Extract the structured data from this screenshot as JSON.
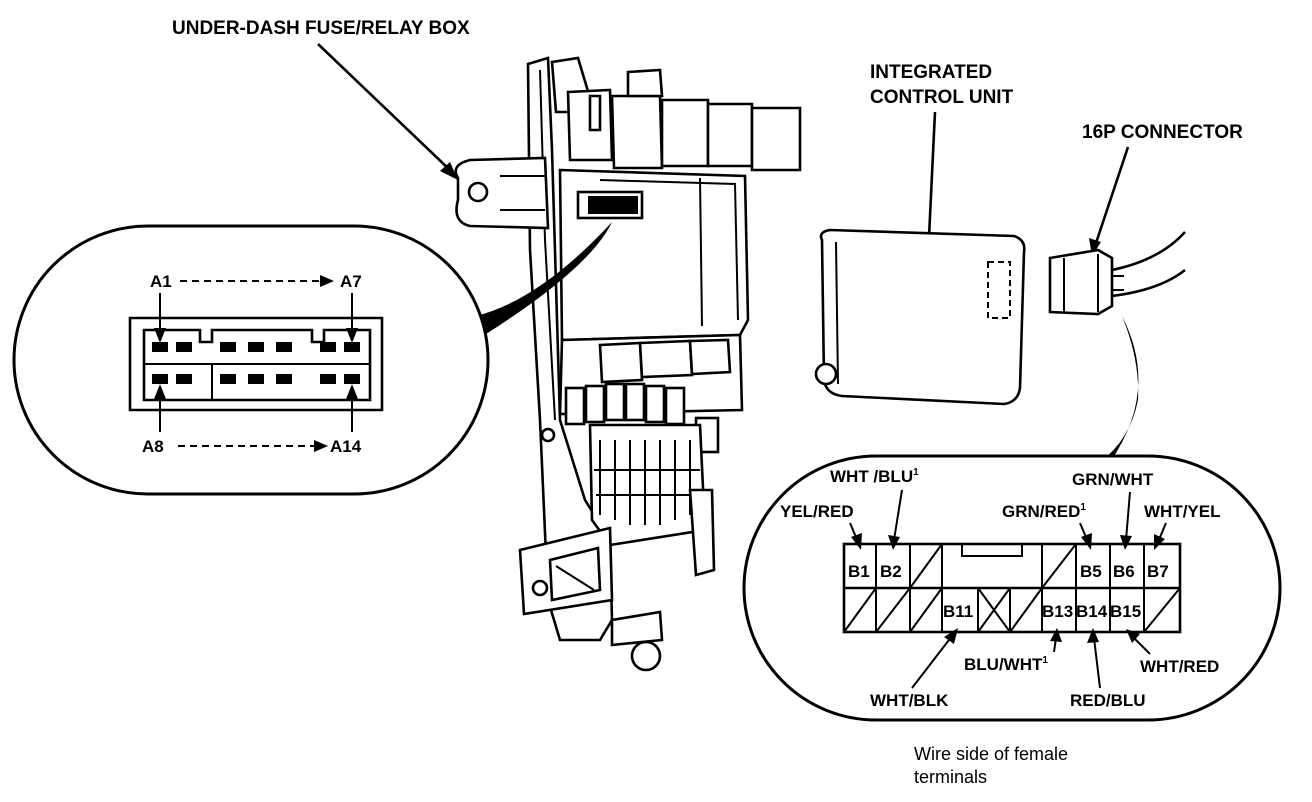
{
  "labels": {
    "fuse_box": "UNDER-DASH FUSE/RELAY BOX",
    "icu_line1": "INTEGRATED",
    "icu_line2": "CONTROL UNIT",
    "connector": "16P CONNECTOR",
    "caption_line1": "Wire side of female",
    "caption_line2": "terminals"
  },
  "connector_a": {
    "a1": "A1",
    "a7": "A7",
    "a8": "A8",
    "a14": "A14"
  },
  "connector_b": {
    "terminals": {
      "b1": "B1",
      "b2": "B2",
      "b5": "B5",
      "b6": "B6",
      "b7": "B7",
      "b11": "B11",
      "b13": "B13",
      "b14": "B14",
      "b15": "B15"
    },
    "wires": {
      "yel_red": "YEL/RED",
      "wht_blu": "WHT /BLU",
      "grn_red": "GRN/RED",
      "grn_wht": "GRN/WHT",
      "wht_yel": "WHT/YEL",
      "blu_wht": "BLU/WHT",
      "wht_blk": "WHT/BLK",
      "red_blu": "RED/BLU",
      "wht_red": "WHT/RED"
    },
    "footnote_mark": "1"
  }
}
